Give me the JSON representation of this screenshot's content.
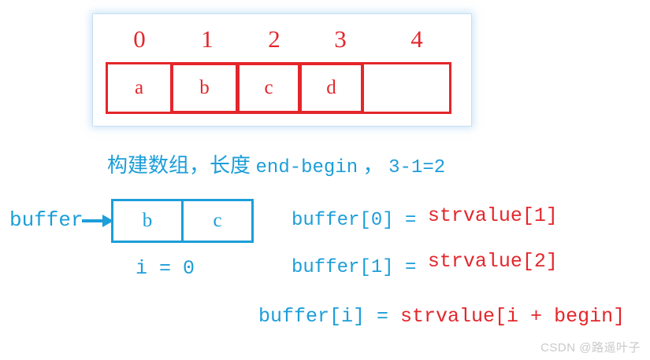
{
  "array_panel": {
    "indices": [
      "0",
      "1",
      "2",
      "3",
      "4"
    ],
    "cells": [
      "a",
      "b",
      "c",
      "d",
      ""
    ],
    "border_color": "#E4262B",
    "panel_glow_color": "#AAD2F0"
  },
  "caption": {
    "chinese_prefix": "构建数组，长度 ",
    "expression": "end-begin",
    "separator": " ， ",
    "computation": "3-1=2",
    "color": "#1C9ED9"
  },
  "buffer": {
    "label": "buffer",
    "arrow_icon": "right-arrow-icon",
    "cells": [
      "b",
      "c"
    ],
    "index_note": "i = 0",
    "color": "#1C9ED9"
  },
  "formulas": [
    {
      "lhs": "buffer[0] = ",
      "rhs": "strvalue[1]"
    },
    {
      "lhs": "buffer[1] = ",
      "rhs": "strvalue[2]"
    }
  ],
  "general_formula": {
    "lhs": "buffer[i] = ",
    "rhs": "strvalue[i + begin]"
  },
  "watermark": {
    "text": "CSDN @路遥叶子",
    "color": "#C9C9C9"
  }
}
